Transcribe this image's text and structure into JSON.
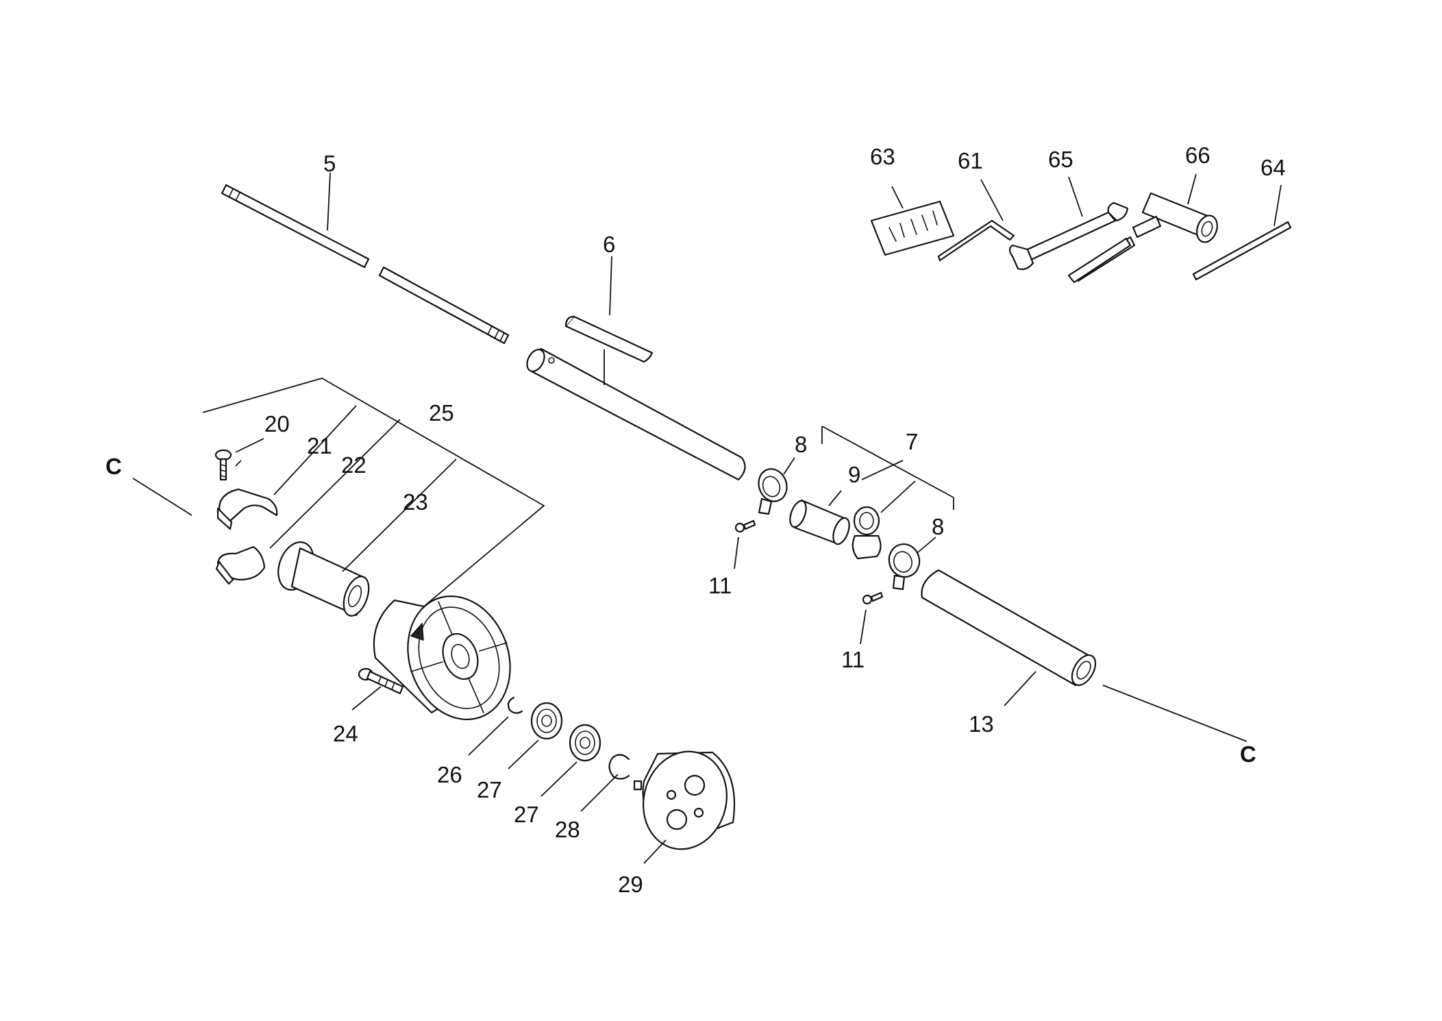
{
  "callouts": {
    "c5": "5",
    "c6": "6",
    "c7": "7",
    "c8a": "8",
    "c8b": "8",
    "c9": "9",
    "c11a": "11",
    "c11b": "11",
    "c13": "13",
    "c20": "20",
    "c21": "21",
    "c22": "22",
    "c23": "23",
    "c24": "24",
    "c25": "25",
    "c26": "26",
    "c27a": "27",
    "c27b": "27",
    "c28": "28",
    "c29": "29",
    "c61": "61",
    "c63": "63",
    "c64": "64",
    "c65": "65",
    "c66": "66"
  },
  "section_marks": {
    "left": "C",
    "right": "C"
  }
}
